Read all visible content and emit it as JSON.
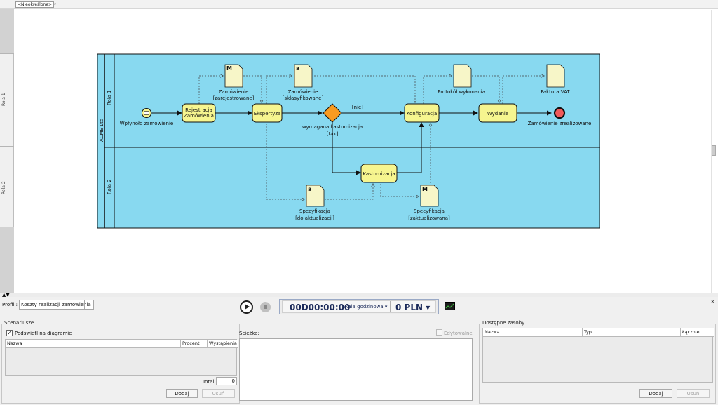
{
  "filter": {
    "tag": "<Nieokreślone>"
  },
  "ruler": {
    "lanes": [
      "Rola 1",
      "Rola 2"
    ]
  },
  "diagram": {
    "pool_name": "ACME Ltd",
    "lanes": [
      "Rola 1",
      "Rola 2"
    ],
    "tasks": {
      "rejestracja": [
        "Rejestracja",
        "Zamówienia"
      ],
      "ekspertyza": "Ekspertyza",
      "konfiguracja": "Konfiguracja",
      "wydanie": "Wydanie",
      "kastomizacja": "Kastomizacja"
    },
    "events": {
      "start": "Wpłynęło zamówienie",
      "end": "Zamówienie zrealizowane"
    },
    "gateway": {
      "label": "wymagana kastomizacja",
      "yes": "[tak]",
      "no": "[nie]"
    },
    "data_objects": {
      "zamowienie_zarejestrowane": [
        "Zamówienie",
        "[zarejestrowane]"
      ],
      "zamowienie_sklasyfikowane": [
        "Zamówienie",
        "[sklasyfikowane]"
      ],
      "protokol": "Protokół wykonania",
      "faktura": "Faktura VAT",
      "spec_do_aktualizacji": [
        "Specyfikacja",
        "[do aktualizacji]"
      ],
      "spec_zaktualizowana": [
        "Specyfikacja",
        "[zaktualizowana]"
      ]
    },
    "colors": {
      "pool": "#88d9f0",
      "task": "#f6f58f",
      "gateway": "#f99b21",
      "end": "#f05a5a",
      "start": "#f6f58f"
    }
  },
  "simulation": {
    "profile_label": "Profil :",
    "profile_value": "Koszty realizacji zamówienia",
    "time": "00D00:00:00",
    "scale": "Skala godzinowa ▾",
    "cost": "0  PLN ▾",
    "close": "×"
  },
  "scenarios": {
    "title": "Scenariusze",
    "highlight_label": "Podświetl na diagramie",
    "highlight_checked": true,
    "columns": [
      "Nazwa",
      "Procent",
      "Wystąpienia"
    ],
    "total_label": "Total:",
    "total_value": "0",
    "add": "Dodaj",
    "remove": "Usuń"
  },
  "path": {
    "label": "Ścieżka:",
    "editable_label": "Edytowalne"
  },
  "resources": {
    "title": "Dostępne zasoby",
    "columns": [
      "Nazwa",
      "Typ",
      "Łącznie"
    ],
    "add": "Dodaj",
    "remove": "Usuń"
  }
}
